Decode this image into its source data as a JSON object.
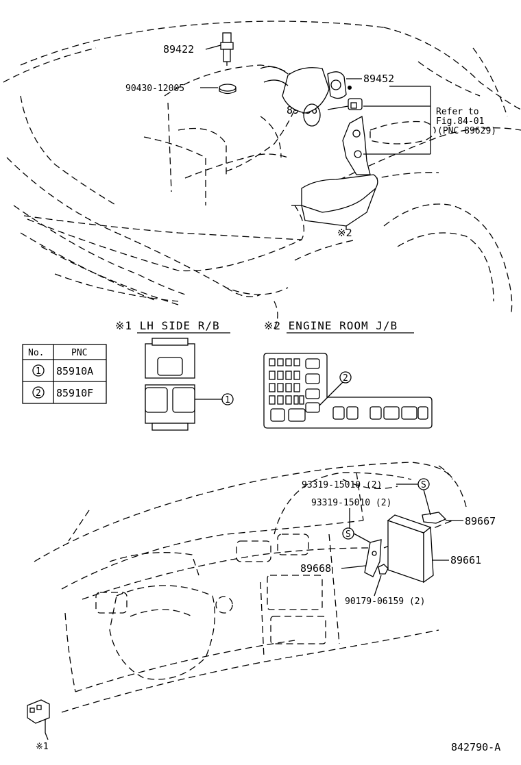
{
  "diagram": {
    "part_numbers": {
      "p89422": "89422",
      "p90430": "90430-12005",
      "p89452": "89452",
      "p89456": "89456",
      "refer1": "Refer to",
      "refer2": "Fig.84-01",
      "refer3": "(PNC 89629)",
      "mark2_engine": "※2",
      "p93319a": "93319-15010 (2)",
      "p93319b": "93319-15010 (2)",
      "p89667": "89667",
      "p89668": "89668",
      "p89661": "89661",
      "p90179": "90179-06159 (2)",
      "mark1_dash": "※1",
      "s_symbol": "S",
      "figure_id": "842790-A"
    },
    "inset_lh": {
      "title": "※1  LH SIDE R/B",
      "callout": "1"
    },
    "inset_engine": {
      "title": "※2  ENGINE ROOM J/B",
      "callout": "2"
    },
    "pnc_table": {
      "headers": [
        "No.",
        "PNC"
      ],
      "rows": [
        {
          "no": "1",
          "pnc": "85910A"
        },
        {
          "no": "2",
          "pnc": "85910F"
        }
      ]
    }
  }
}
